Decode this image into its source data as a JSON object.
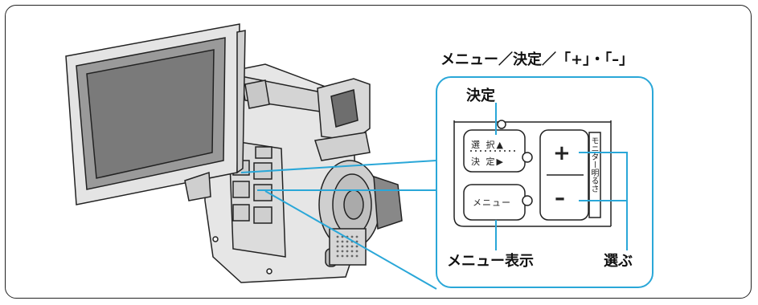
{
  "heading": "メニュー／決定／「+」・「–」",
  "labels": {
    "kettei": "決定",
    "menu_display": "メニュー表示",
    "erabu": "選ぶ"
  },
  "panel": {
    "select_line1": "選 択▲",
    "select_line2": "決 定▶",
    "menu_button": "メニュー",
    "plus": "+",
    "minus": "–",
    "side_label": "モニター明るさ"
  },
  "colors": {
    "callout": "#2aa7d8",
    "outline": "#222222"
  }
}
